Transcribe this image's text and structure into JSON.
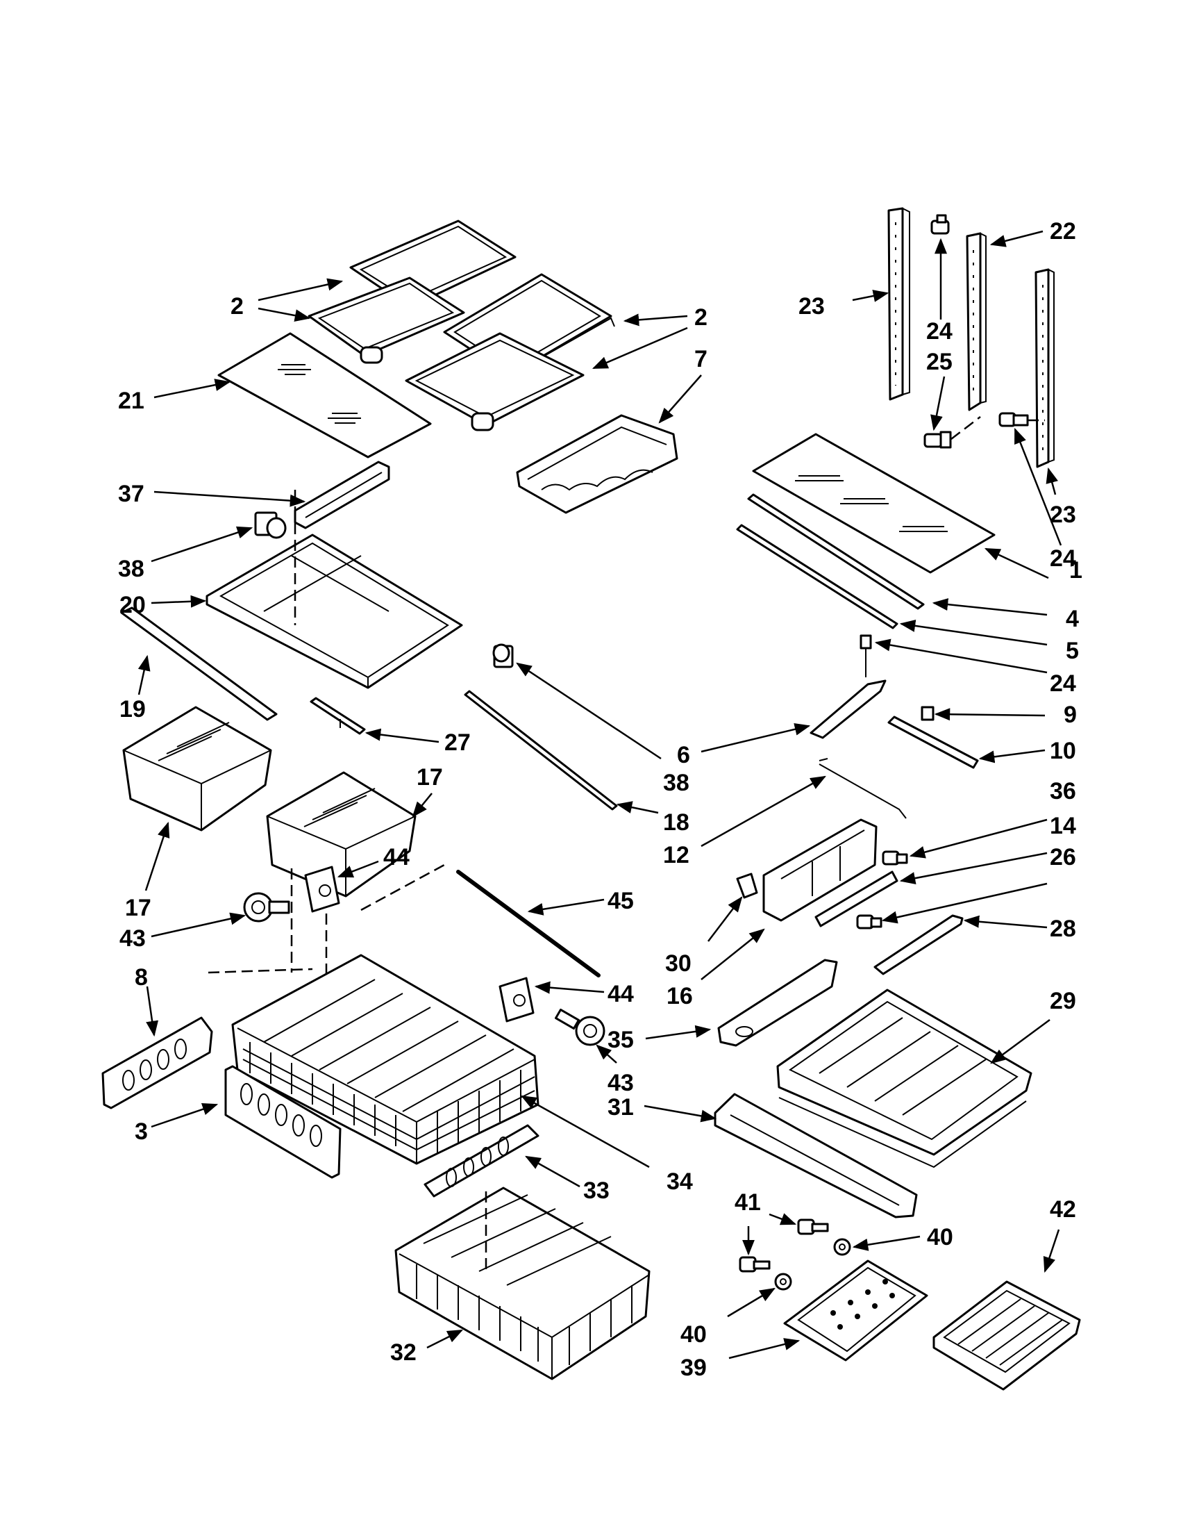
{
  "labels": {
    "p1": "1",
    "p2a": "2",
    "p2b": "2",
    "p3": "3",
    "p4": "4",
    "p5": "5",
    "p6": "6",
    "p7": "7",
    "p8": "8",
    "p9": "9",
    "p10": "10",
    "p12": "12",
    "p14": "14",
    "p16": "16",
    "p17a": "17",
    "p17b": "17",
    "p18": "18",
    "p19": "19",
    "p20": "20",
    "p21": "21",
    "p22": "22",
    "p23a": "23",
    "p23b": "23",
    "p24a": "24",
    "p24b": "24",
    "p24c": "24",
    "p25": "25",
    "p26": "26",
    "p27": "27",
    "p28": "28",
    "p29": "29",
    "p30": "30",
    "p31": "31",
    "p32": "32",
    "p33": "33",
    "p34": "34",
    "p35": "35",
    "p36": "36",
    "p37": "37",
    "p38a": "38",
    "p38b": "38",
    "p39": "39",
    "p40a": "40",
    "p40b": "40",
    "p41": "41",
    "p42": "42",
    "p43a": "43",
    "p43b": "43",
    "p44a": "44",
    "p44b": "44",
    "p45": "45"
  }
}
